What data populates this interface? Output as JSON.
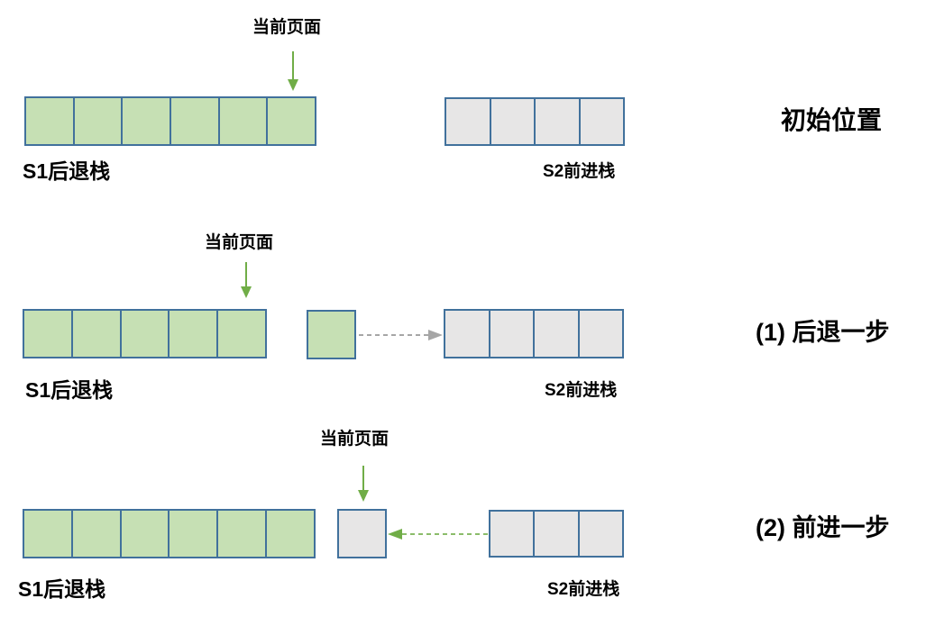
{
  "colors": {
    "cell_green": "#c6e0b4",
    "cell_gray": "#e7e6e6",
    "cell_border": "#41719c",
    "arrow_green": "#70ad47",
    "arrow_gray": "#a6a6a6",
    "dash_green": "#8bbc6a"
  },
  "rows": [
    {
      "caption": "初始位置",
      "current_page_label": "当前页面",
      "s1_label": "S1后退栈",
      "s2_label": "S2前进栈",
      "s1_cell_count": 6,
      "s2_cell_count": 4
    },
    {
      "caption": "(1) 后退一步",
      "current_page_label": "当前页面",
      "s1_label": "S1后退栈",
      "s2_label": "S2前进栈",
      "s1_cell_count": 5,
      "s2_cell_count": 4,
      "moving_cell": "green",
      "move_direction": "to-s2"
    },
    {
      "caption": "(2) 前进一步",
      "current_page_label": "当前页面",
      "s1_label": "S1后退栈",
      "s2_label": "S2前进栈",
      "s1_cell_count": 6,
      "s2_cell_count": 3,
      "moving_cell": "gray",
      "move_direction": "to-current"
    }
  ]
}
